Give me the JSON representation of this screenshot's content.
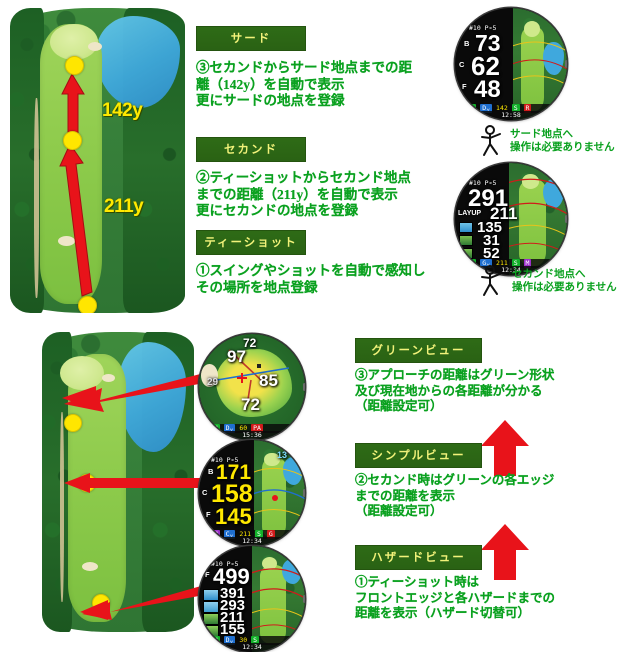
{
  "meta": {
    "language": "ja",
    "accent_green": "#0aa11f",
    "chip_bg": "#2e6b16",
    "chip_text_color": "#f2f27a",
    "arrow_red": "#e8131a",
    "dot_yellow": "#ffe600"
  },
  "course_map_top": {
    "name": "hole-overview-top",
    "distance_labels": [
      {
        "text": "142y",
        "desc": "second-to-third distance"
      },
      {
        "text": "211y",
        "desc": "tee-to-second distance"
      }
    ],
    "shot_points": [
      "tee-shot",
      "second",
      "third"
    ]
  },
  "course_map_bottom": {
    "name": "hole-overview-bottom",
    "shot_points": [
      "approach",
      "second",
      "tee-shot"
    ]
  },
  "sections_top": [
    {
      "chip": "サード",
      "body": "③セカンドからサード地点までの距\n離（142y）を自動で表示\n更にサードの地点を登録"
    },
    {
      "chip": "セカンド",
      "body": "②ティーショットからセカンド地点\nまでの距離（211y）を自動で表示\n更にセカンドの地点を登録"
    },
    {
      "chip": "ティーショット",
      "body": "①スイングやショットを自動で感知し\nその場所を地点登録"
    }
  ],
  "sections_bottom": [
    {
      "chip": "グリーンビュー",
      "body": "③アプローチの距離はグリーン形状\n及び現在地からの各距離が分かる\n（距離設定可）"
    },
    {
      "chip": "シンプルビュー",
      "body": "②セカンド時はグリーンの各エッジ\nまでの距離を表示\n（距離設定可）"
    },
    {
      "chip": "ハザードビュー",
      "body": "①ティーショット時は\nフロントエッジと各ハザードまでの\n距離を表示（ハザード切替可）"
    }
  ],
  "walk_notes": [
    {
      "label": "サード地点へ\n操作は必要ありません",
      "icon": "walking-person-icon"
    },
    {
      "label": "セカンド地点へ\n操作は必要ありません",
      "icon": "walking-person-icon"
    }
  ],
  "watches": {
    "simple_third": {
      "name": "watch-simple-view-third",
      "view": "シンプルビュー",
      "hole": "#10",
      "par": "P∘5",
      "rows": [
        {
          "edge": "B",
          "value": "73"
        },
        {
          "edge": "C",
          "value": "62"
        },
        {
          "edge": "F",
          "value": "48"
        }
      ],
      "status_bar": "142",
      "status_tags": [
        "H",
        "D⌄",
        "S",
        "R"
      ],
      "clock": "12:58"
    },
    "layup_second": {
      "name": "watch-layup-view-second",
      "hole": "#10",
      "par": "P∘5",
      "primary": "291",
      "layup_label": "LAYUP",
      "layup_value": "211",
      "hazards": [
        {
          "value": "135"
        },
        {
          "value": "31"
        },
        {
          "value": "52"
        }
      ],
      "status_bar": "211",
      "status_tags": [
        "H",
        "G⌄",
        "S",
        "M"
      ],
      "clock": "12:34"
    },
    "green_view": {
      "name": "watch-green-view",
      "view": "グリーンビュー",
      "top_value": "72",
      "values": [
        {
          "pos": "back",
          "value": "97"
        },
        {
          "pos": "right",
          "value": "85"
        },
        {
          "pos": "front",
          "value": "72"
        },
        {
          "pos": "left",
          "value": "29"
        }
      ],
      "status_bar": "60",
      "status_tags": [
        "H",
        "D⌄",
        "PA"
      ],
      "clock": "15:36"
    },
    "simple_view": {
      "name": "watch-simple-view",
      "view": "シンプルビュー",
      "hole": "#10",
      "par": "P∘5",
      "corner_value": "13",
      "rows": [
        {
          "edge": "B",
          "value": "171"
        },
        {
          "edge": "C",
          "value": "158"
        },
        {
          "edge": "F",
          "value": "145"
        }
      ],
      "status_bar": "211",
      "status_tags": [
        "M",
        "C⌄",
        "S",
        "G"
      ],
      "clock": "12:34"
    },
    "hazard_view": {
      "name": "watch-hazard-view",
      "view": "ハザードビュー",
      "hole": "#10",
      "par": "P∘5",
      "front_edge_label": "F",
      "front_edge": "499",
      "hazards": [
        {
          "icon": "water-hazard-icon",
          "value": "391"
        },
        {
          "icon": "water-hazard-icon",
          "value": "293"
        },
        {
          "icon": "tree-hazard-icon",
          "value": "211"
        },
        {
          "icon": "tree-hazard-icon",
          "value": "155"
        }
      ],
      "status_bar": "30",
      "status_tags": [
        "H",
        "D⌄",
        "S"
      ],
      "clock": "12:34"
    }
  }
}
